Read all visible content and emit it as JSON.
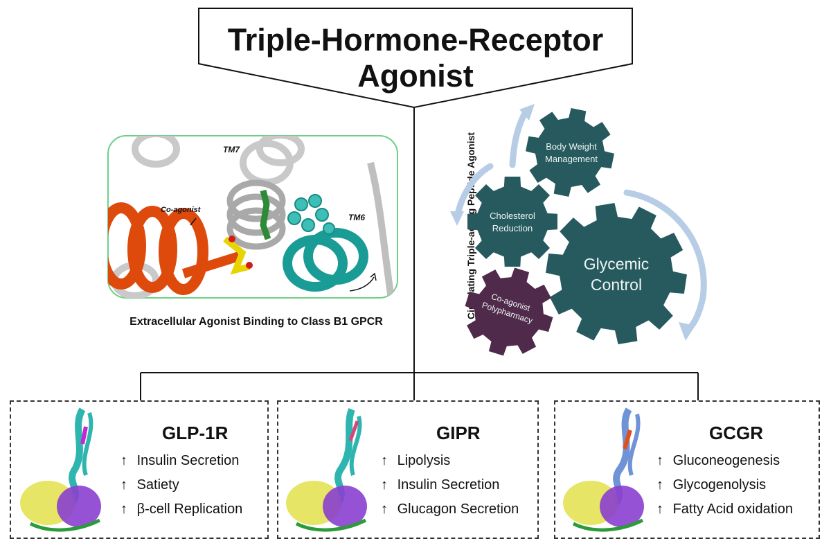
{
  "title": {
    "line1": "Triple-Hormone-Receptor",
    "line2": "Agonist"
  },
  "binding_figure": {
    "label_tm7": "TM7",
    "label_tm6": "TM6",
    "label_coagonist": "Co-agonist",
    "caption": "Extracellular Agonist Binding to Class B1 GPCR"
  },
  "vertical_label": "Circulating Triple-acting Peptide Agonist",
  "gears": {
    "body_weight": [
      "Body Weight",
      "Management"
    ],
    "cholesterol": [
      "Cholesterol",
      "Reduction"
    ],
    "glycemic": [
      "Glycemic",
      "Control"
    ],
    "polypharmacy": [
      "Co-agonist",
      "Polypharmacy"
    ],
    "colors": {
      "teal": "#275a5e",
      "purple": "#4f2a4a",
      "arrow": "#b7cde6"
    }
  },
  "receptors": [
    {
      "name": "GLP-1R",
      "effects": [
        "Insulin Secretion",
        "Satiety",
        "β-cell Replication"
      ]
    },
    {
      "name": "GIPR",
      "effects": [
        "Lipolysis",
        "Insulin Secretion",
        "Glucagon Secretion"
      ]
    },
    {
      "name": "GCGR",
      "effects": [
        "Gluconeogenesis",
        "Glycogenolysis",
        "Fatty Acid oxidation"
      ]
    }
  ],
  "arrow_symbol": "↑"
}
